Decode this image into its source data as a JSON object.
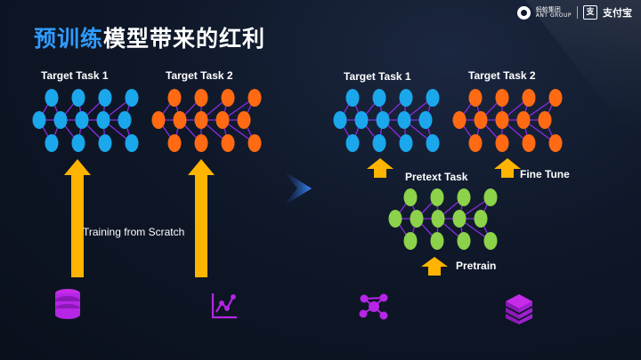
{
  "title": {
    "highlight": "预训练",
    "rest": "模型带来的红利"
  },
  "logos": {
    "ant_cn": "蚂蚁集团",
    "ant_en": "ANT GROUP",
    "alipay": "支付宝",
    "alipay_mark": "支"
  },
  "labels": {
    "left_task1": "Target Task 1",
    "left_task2": "Target Task 2",
    "training_from_scratch": "Training from Scratch",
    "right_task1": "Target Task 1",
    "right_task2": "Target Task 2",
    "pretext_task": "Pretext Task",
    "fine_tune": "Fine Tune",
    "pretrain": "Pretrain"
  },
  "colors": {
    "blue": "#1aa7ec",
    "orange": "#ff6a13",
    "green": "#8cd24a",
    "arrow": "#ffb400",
    "edge": "#8a2be2",
    "icon": "#b526e6",
    "title_accent": "#2f9bff"
  },
  "icons": [
    "database-icon",
    "line-chart-icon",
    "network-nodes-icon",
    "stacked-books-icon"
  ]
}
